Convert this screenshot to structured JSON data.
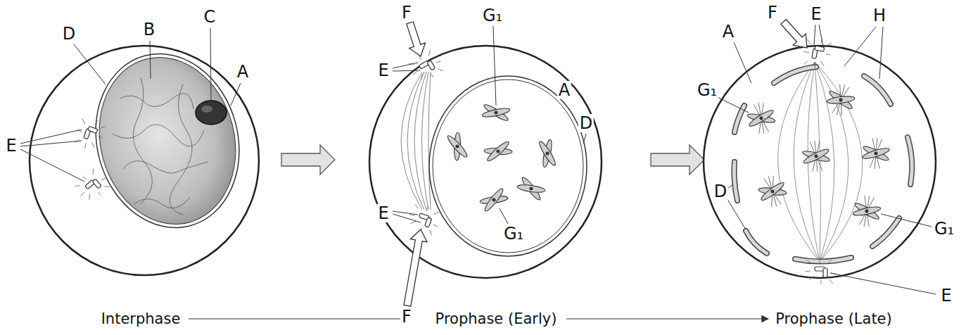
{
  "diagram": {
    "labels": [
      "D",
      "B",
      "C",
      "A",
      "E",
      "F",
      "G₁",
      "A",
      "E",
      "D",
      "E",
      "G₁",
      "F",
      "A",
      "F",
      "E",
      "H",
      "G₁",
      "D",
      "G₁",
      "E",
      "Interphase",
      "Prophase (Early)",
      "Prophase (Late)"
    ]
  }
}
